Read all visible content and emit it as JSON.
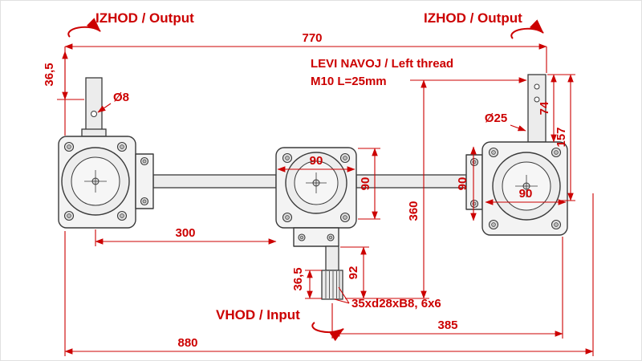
{
  "colors": {
    "dimension": "#cc0000",
    "outline": "#3a3a3a"
  },
  "annotations": {
    "output_left": "IZHOD / Output",
    "output_right": "IZHOD / Output",
    "input": "VHOD / Input",
    "left_thread_line1": "LEVI NAVOJ / Left thread",
    "left_thread_line2": "M10 L=25mm",
    "spline_spec": "35xd28xB8, 6x6"
  },
  "dimensions": {
    "overall_width": "880",
    "output_shaft_span": "770",
    "left_to_middle": "300",
    "input_to_right": "385",
    "total_height": "360",
    "input_shaft_length": "92",
    "right_shaft_top": "74",
    "right_shaft_total": "157",
    "left_shaft_hole_offset": "36,5",
    "input_spline_length": "36,5",
    "middle_body_width": "90",
    "middle_body_height": "90",
    "right_body_height": "90",
    "right_body_width": "90",
    "hole_diameter": "Ø8",
    "shaft_diameter": "Ø25"
  }
}
